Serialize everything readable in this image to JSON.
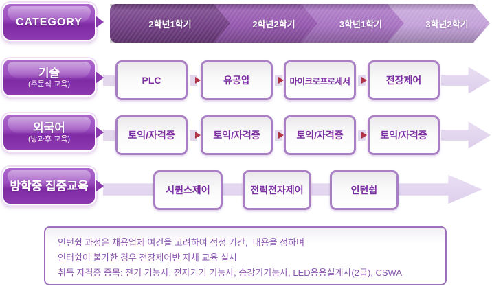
{
  "header": {
    "category_label": "CATEGORY",
    "semesters": [
      {
        "label": "2학년1학기"
      },
      {
        "label": "2학년2학기"
      },
      {
        "label": "3학년1학기"
      },
      {
        "label": "3학년2학기"
      }
    ]
  },
  "rows": [
    {
      "title": "기술",
      "subtitle": "(주문식 교육)",
      "courses": [
        "PLC",
        "유공압",
        "마이크로프로세서",
        "전장제어"
      ]
    },
    {
      "title": "외국어",
      "subtitle": "(방과후 교육)",
      "courses": [
        "토익/자격증",
        "토익/자격증",
        "토익/자격증",
        "토익/자격증"
      ]
    },
    {
      "title": "방학중 집중교육",
      "subtitle": "",
      "courses": [
        "시퀀스제어",
        "전력전자제어",
        "인턴쉽"
      ]
    }
  ],
  "note": {
    "lines": [
      "인턴쉽 과정은 채용업체 여건을 고려하여 적정 기간,  내용을 정하며",
      "인터쉽이 불가한 경우 전장제어반 자체 교육 실시",
      "취득 자격증 종목: 전기 기능사, 전자기기 기능사, 승강기기능사, LED응용설계사(2급), CSWA"
    ]
  },
  "colors": {
    "accent_purple": "#8c3ab0",
    "box_border": "#a87fc2",
    "box_text": "#7b2fa2",
    "flow_arrow_red": "#b13345",
    "connector_lavender": "#e3d7ee",
    "note_border": "#9b6fba",
    "note_text": "#8a57ae",
    "semester_fills": [
      "#744086",
      "#9558ae",
      "#a873c2",
      "#c4a2d9"
    ]
  }
}
